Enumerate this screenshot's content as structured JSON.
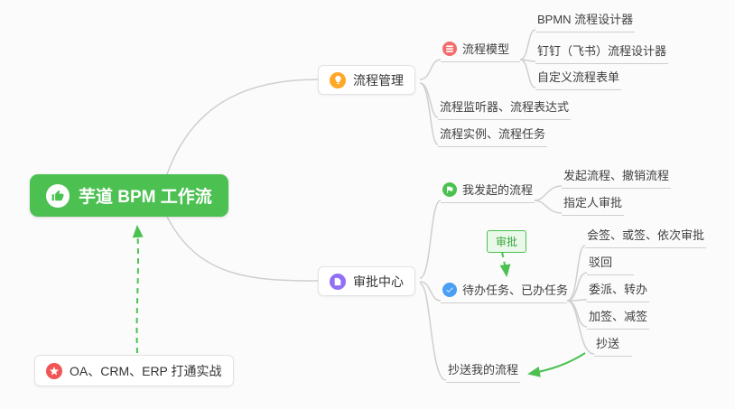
{
  "colors": {
    "accent": "#4cc152",
    "connector": "#cfcfcf",
    "icon_orange": "#ffa726",
    "icon_red": "#f46b6b",
    "icon_purple": "#9270f5",
    "icon_blue": "#4a9ff5",
    "icon_star_red": "#f25555"
  },
  "nodes": {
    "root": "芋道 BPM 工作流",
    "process_management": "流程管理",
    "process_model": "流程模型",
    "bpmn_designer": "BPMN 流程设计器",
    "dingtalk_feishu_designer": "钉钉（飞书）流程设计器",
    "custom_form": "自定义流程表单",
    "listener_expression": "流程监听器、流程表达式",
    "instance_task": "流程实例、流程任务",
    "approval_center": "审批中心",
    "my_initiated": "我发起的流程",
    "initiate_cancel": "发起流程、撤销流程",
    "assignee_approval": "指定人审批",
    "approval_tag": "审批",
    "todo_done": "待办任务、已办任务",
    "countersign": "会签、或签、依次审批",
    "reject": "驳回",
    "delegate_transfer": "委派、转办",
    "add_reduce_sign": "加签、减签",
    "cc": "抄送",
    "cc_my_process": "抄送我的流程",
    "oa_crm_erp": "OA、CRM、ERP 打通实战"
  }
}
